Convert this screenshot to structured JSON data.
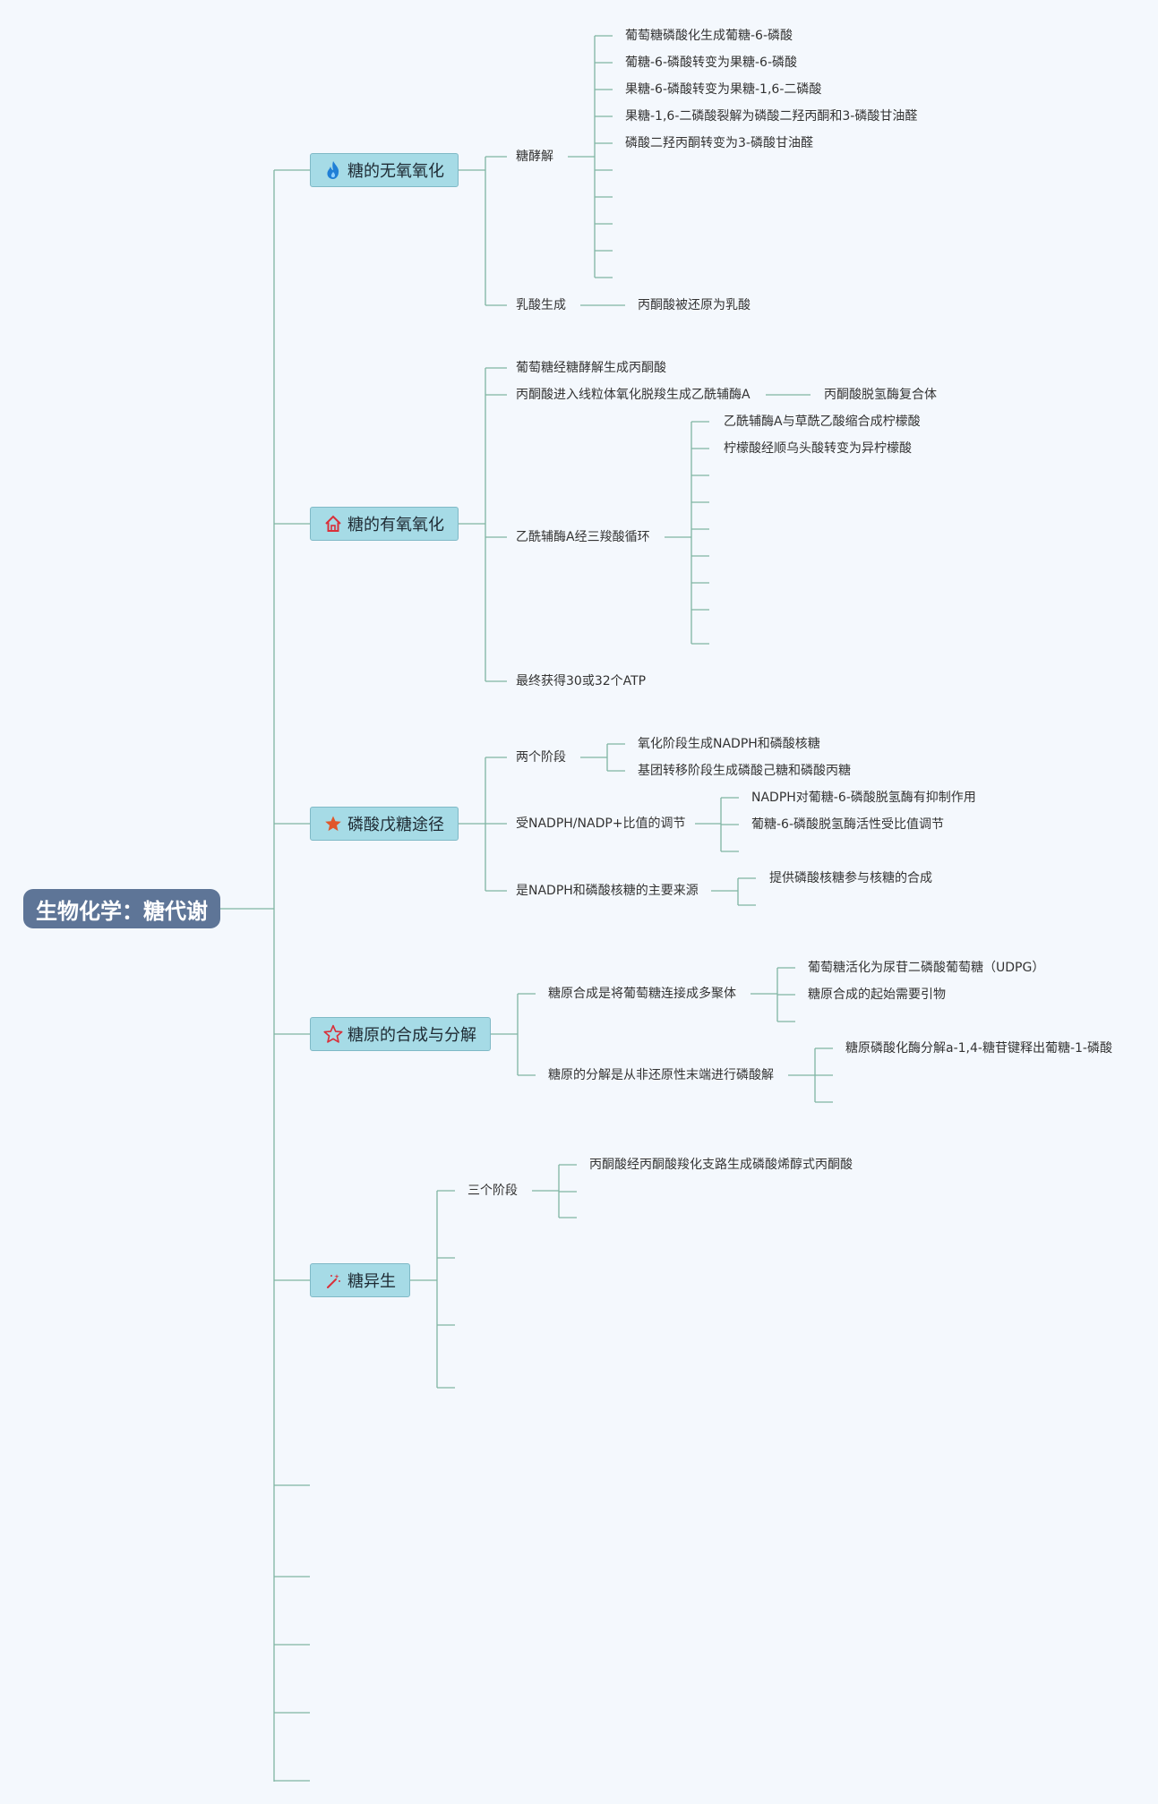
{
  "root": {
    "title": "生物化学：糖代谢"
  },
  "branches": {
    "anaerobic": {
      "label": "糖的无氧氧化",
      "icon": "flame-icon",
      "glycolysis": {
        "label": "糖酵解",
        "steps": [
          "葡萄糖磷酸化生成葡糖-6-磷酸",
          "葡糖-6-磷酸转变为果糖-6-磷酸",
          "果糖-6-磷酸转变为果糖-1,6-二磷酸",
          "果糖-1,6-二磷酸裂解为磷酸二羟丙酮和3-磷酸甘油醛",
          "磷酸二羟丙酮转变为3-磷酸甘油醛"
        ]
      },
      "lactate": {
        "label": "乳酸生成",
        "detail": "丙酮酸被还原为乳酸"
      }
    },
    "aerobic": {
      "label": "糖的有氧氧化",
      "icon": "house-icon",
      "item1": "葡萄糖经糖酵解生成丙酮酸",
      "item2": {
        "label": "丙酮酸进入线粒体氧化脱羧生成乙酰辅酶A",
        "detail": "丙酮酸脱氢酶复合体"
      },
      "tca": {
        "label": "乙酰辅酶A经三羧酸循环",
        "steps": [
          "乙酰辅酶A与草酰乙酸缩合成柠檬酸",
          "柠檬酸经顺乌头酸转变为异柠檬酸"
        ]
      },
      "atp": "最终获得30或32个ATP"
    },
    "ppp": {
      "label": "磷酸戊糖途径",
      "icon": "star-filled-icon",
      "stages": {
        "label": "两个阶段",
        "items": [
          "氧化阶段生成NADPH和磷酸核糖",
          "基团转移阶段生成磷酸己糖和磷酸丙糖"
        ]
      },
      "regulation": {
        "label": "受NADPH/NADP+比值的调节",
        "items": [
          "NADPH对葡糖-6-磷酸脱氢酶有抑制作用",
          "葡糖-6-磷酸脱氢酶活性受比值调节"
        ]
      },
      "source": {
        "label": "是NADPH和磷酸核糖的主要来源",
        "items": [
          "提供磷酸核糖参与核糖的合成"
        ]
      }
    },
    "glycogen": {
      "label": "糖原的合成与分解",
      "icon": "star-outline-icon",
      "synthesis": {
        "label": "糖原合成是将葡萄糖连接成多聚体",
        "items": [
          "葡萄糖活化为尿苷二磷酸葡萄糖（UDPG）",
          "糖原合成的起始需要引物"
        ]
      },
      "degradation": {
        "label": "糖原的分解是从非还原性末端进行磷酸解",
        "items": [
          "糖原磷酸化酶分解a-1,4-糖苷键释出葡糖-1-磷酸"
        ]
      }
    },
    "gng": {
      "label": "糖异生",
      "icon": "wand-icon",
      "stages": {
        "label": "三个阶段",
        "items": [
          "丙酮酸经丙酮酸羧化支路生成磷酸烯醇式丙酮酸"
        ]
      }
    }
  },
  "colors": {
    "line": "#7fb5a3",
    "root_bg": "#5e7597",
    "branch_bg": "#a6dbe6",
    "branch_border": "#7fb9c6",
    "background": "#f4f8fd"
  }
}
